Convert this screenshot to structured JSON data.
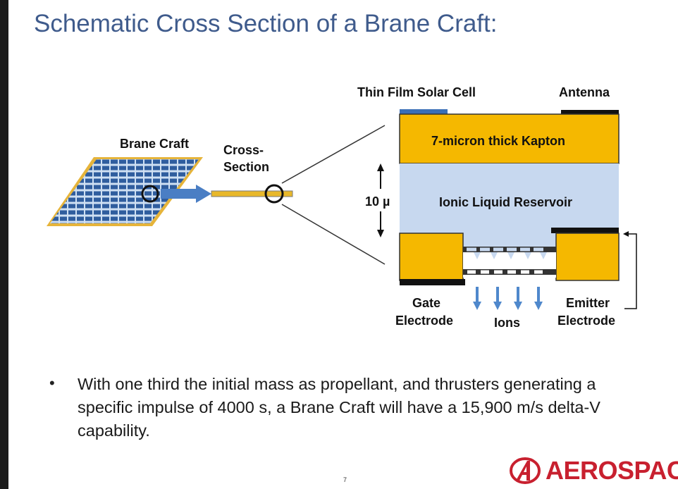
{
  "slide": {
    "title": "Schematic Cross Section of a Brane Craft:",
    "page_number": "7"
  },
  "diagram": {
    "labels": {
      "brane_craft": "Brane Craft",
      "cross_section_line1": "Cross-",
      "cross_section_line2": "Section",
      "thin_film_solar_cell": "Thin Film Solar Cell",
      "antenna": "Antenna",
      "kapton": "7-micron thick Kapton",
      "thickness": "10 µ",
      "reservoir": "Ionic Liquid Reservoir",
      "gate_line1": "Gate",
      "gate_line2": "Electrode",
      "ions": "Ions",
      "emitter_line1": "Emitter",
      "emitter_line2": "Electrode"
    },
    "colors": {
      "kapton": "#f5b800",
      "reservoir": "#c7d8ef",
      "solar_cell": "#3a6fb7",
      "arrow": "#4a7ec4",
      "ion_arrow": "#4f88cc",
      "electrode": "#111111"
    }
  },
  "bullets": [
    "With one third the initial mass as propellant, and thrusters generating a specific impulse of 4000 s, a Brane Craft will have a 15,900 m/s delta-V capability."
  ],
  "logo": {
    "text": "AEROSPACE",
    "color": "#c8202f"
  }
}
